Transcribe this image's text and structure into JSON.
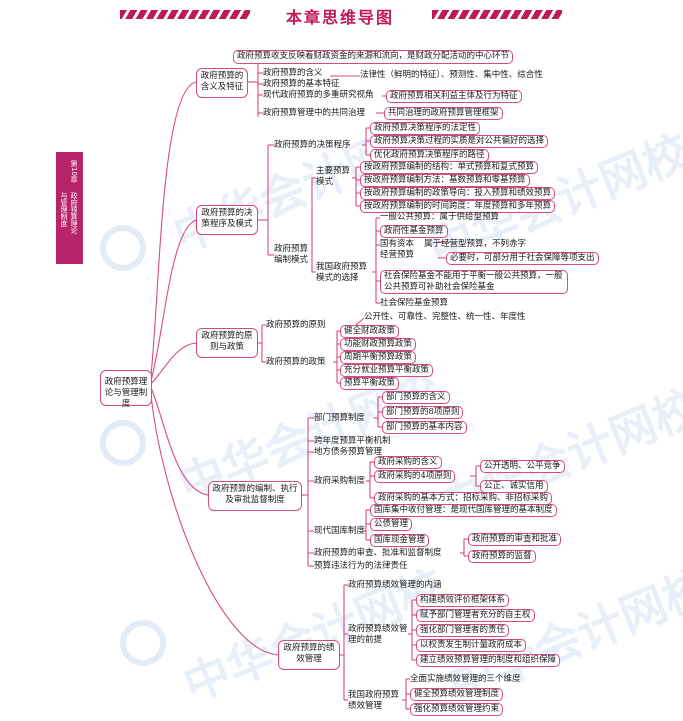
{
  "header": {
    "title": "本章思维导图"
  },
  "sidebar": {
    "chapter": "第10章",
    "title_a": "政府预算理论",
    "title_b": "与管理制度"
  },
  "watermark": {
    "text": "中华会计网校"
  },
  "center": "政府预算理论与管理制度",
  "branches": {
    "b1": {
      "title": "政府预算的含义及特征",
      "top_note": "政府预算收支反映着财政资金的来源和流向，是财政分配活动的中心环节",
      "items": [
        "政府预算的含义",
        "政府预算的基本特征",
        "现代政府预算的多重研究视角",
        "政府预算管理中的共同治理"
      ],
      "features": "法律性（鲜明的特征）、预测性、集中性、综合性",
      "perspective": "政府预算相关利益主体及行为特征",
      "governance": "共同治理的政府预算管理框架"
    },
    "b2": {
      "title": "政府预算的决策程序及模式",
      "procedure": "政府预算的决策程序",
      "procedure_items": [
        "政府预算决策程序的法定性",
        "政府预算决策过程的实质是对公共偏好的选择",
        "优化政府预算决策程序的路径"
      ],
      "main_mode": "主要预算模式",
      "main_mode_items": [
        "按政府预算编制的结构：单式预算和复式预算",
        "按政府预算编制方法：基数预算和零基预算",
        "按政府预算编制的政策导向：投入预算和绩效预算",
        "按政府预算编制的时间跨度：年度预算和多年预算"
      ],
      "budget_mode": "政府预算编制模式",
      "cn_mode": "我国政府预算模式的选择",
      "general_budget": "一般公共预算：属于供给型预算",
      "fund_budget": "政府性基金预算",
      "capital_budget": "国有资本经营预算",
      "capital_note": "属于经营型预算，不列赤字",
      "capital_note2": "必要时，可部分用于社会保障等项支出",
      "social_note": "社会保险基金不能用于平衡一般公共预算，一般公共预算可补助社会保险基金",
      "social_budget": "社会保险基金预算"
    },
    "b3": {
      "title": "政府预算的原则与政策",
      "principles": "政府预算的原则",
      "principles_text": "公开性、可靠性、完整性、统一性、年度性",
      "policies": "政府预算的政策",
      "policy_items": [
        "健全财政政策",
        "功能财政预算政策",
        "周期平衡预算政策",
        "充分就业预算平衡政策",
        "预算平衡政策"
      ]
    },
    "b4": {
      "title": "政府预算的编制、执行及审批监督制度",
      "dept": "部门预算制度",
      "dept_items": [
        "部门预算的含义",
        "部门预算的8项原则",
        "部门预算的基本内容"
      ],
      "cross_year": "跨年度预算平衡机制",
      "local_debt": "地方债务预算管理",
      "procure": "政府采购制度",
      "procure_items": [
        "政府采购的含义",
        "政府采购的4项原则",
        "政府采购的基本方式：招标采购、非招标采购"
      ],
      "procure_principles": [
        "公开透明、公平竞争",
        "公正、诚实信用"
      ],
      "treasury": "现代国库制度",
      "treasury_items": [
        "国库集中收付管理：是现代国库管理的基本制度",
        "公债管理",
        "国库现金管理"
      ],
      "review": "政府预算的审查、批准和监督制度",
      "review_items": [
        "政府预算的审查和批准",
        "政府预算的监督"
      ],
      "liability": "预算违法行为的法律责任"
    },
    "b5": {
      "title": "政府预算的绩效管理",
      "connotation": "政府预算绩效管理的内涵",
      "premise": "政府预算绩效管理的前提",
      "premise_items": [
        "构建绩效评价框架体系",
        "赋予部门管理者充分的自主权",
        "强化部门管理者的责任",
        "以权责发生制计量政府成本",
        "建立绩效预算管理的制度和组织保障"
      ],
      "cn": "我国政府预算绩效管理",
      "cn_items": [
        "全面实施绩效管理的三个维度",
        "健全预算绩效管理制度",
        "强化预算绩效管理约束"
      ]
    }
  }
}
